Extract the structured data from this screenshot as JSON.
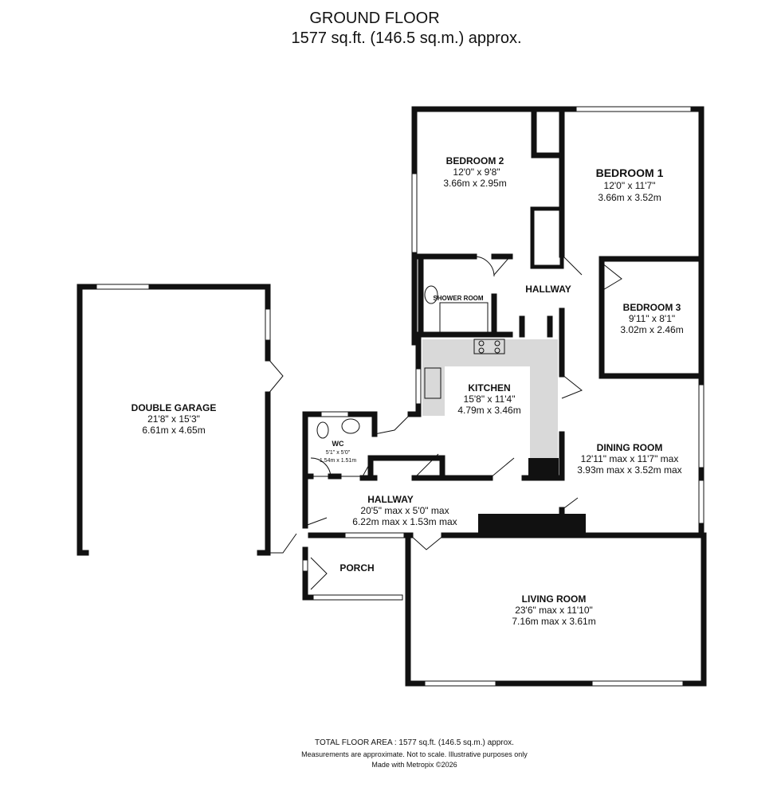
{
  "header": {
    "floor": "GROUND FLOOR",
    "area": "1577 sq.ft. (146.5 sq.m.) approx."
  },
  "rooms": {
    "bedroom2": {
      "name": "BEDROOM 2",
      "imperial": "12'0\" x 9'8\"",
      "metric": "3.66m x 2.95m"
    },
    "bedroom1": {
      "name": "BEDROOM 1",
      "imperial": "12'0\" x 11'7\"",
      "metric": "3.66m x 3.52m"
    },
    "shower": {
      "name": "SHOWER ROOM"
    },
    "hallway_upper": {
      "name": "HALLWAY"
    },
    "bedroom3": {
      "name": "BEDROOM 3",
      "imperial": "9'11\" x 8'1\"",
      "metric": "3.02m x 2.46m"
    },
    "kitchen": {
      "name": "KITCHEN",
      "imperial": "15'8\" x 11'4\"",
      "metric": "4.79m x 3.46m"
    },
    "garage": {
      "name": "DOUBLE GARAGE",
      "imperial": "21'8\" x 15'3\"",
      "metric": "6.61m x 4.65m"
    },
    "wc": {
      "name": "WC",
      "imperial": "5'1\" x 5'0\"",
      "metric": "1.54m x 1.51m"
    },
    "dining": {
      "name": "DINING ROOM",
      "imperial": "12'11\" max x 11'7\" max",
      "metric": "3.93m max x 3.52m max"
    },
    "hallway_lower": {
      "name": "HALLWAY",
      "imperial": "20'5\" max x 5'0\" max",
      "metric": "6.22m max x 1.53m max"
    },
    "porch": {
      "name": "PORCH"
    },
    "living": {
      "name": "LIVING ROOM",
      "imperial": "23'6\" max x 11'10\"",
      "metric": "7.16m max x 3.61m"
    }
  },
  "footer": {
    "total": "TOTAL FLOOR AREA : 1577 sq.ft. (146.5 sq.m.) approx.",
    "disclaimer": "Measurements are approximate.  Not to scale.  Illustrative purposes only",
    "credit": "Made with Metropix ©2026"
  },
  "colors": {
    "wall": "#111111",
    "kitchen_floor": "#d9d9d9"
  }
}
